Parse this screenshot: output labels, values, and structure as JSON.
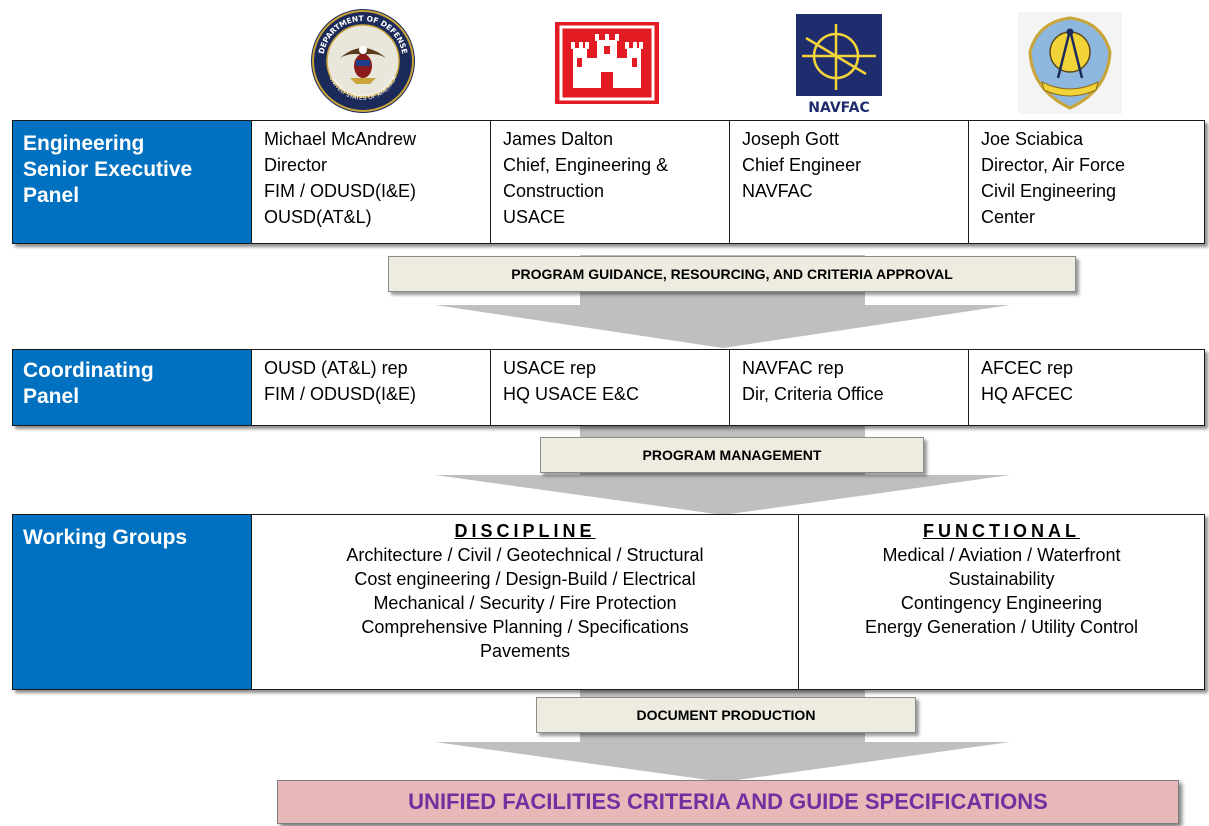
{
  "logos": [
    {
      "name": "dod-seal",
      "text_top": "DEPARTMENT OF DEFENSE",
      "text_bottom": "UNITED STATES OF AMERICA"
    },
    {
      "name": "usace-castle"
    },
    {
      "name": "navfac-logo",
      "text": "NAVFAC"
    },
    {
      "name": "afcesa-seal"
    }
  ],
  "colors": {
    "label_blue": "#0070c0",
    "banner_bg": "#eeece1",
    "final_bg": "#e6b9b8",
    "final_text": "#7030a0",
    "arrow_gray": "#bfbfbf"
  },
  "row1": {
    "label": [
      "Engineering",
      "Senior Executive",
      "Panel"
    ],
    "cells": [
      [
        "Michael McAndrew",
        "Director",
        "FIM / ODUSD(I&E)",
        "OUSD(AT&L)"
      ],
      [
        "James Dalton",
        "Chief, Engineering &",
        "Construction",
        "USACE"
      ],
      [
        "Joseph Gott",
        "Chief Engineer",
        "NAVFAC"
      ],
      [
        "Joe Sciabica",
        "Director,  Air Force",
        "Civil  Engineering",
        "Center"
      ]
    ]
  },
  "banner1": "PROGRAM GUIDANCE, RESOURCING, AND CRITERIA APPROVAL",
  "row2": {
    "label": [
      "Coordinating",
      "Panel"
    ],
    "cells": [
      [
        "OUSD (AT&L) rep",
        "FIM / ODUSD(I&E)"
      ],
      [
        "USACE rep",
        "HQ USACE E&C"
      ],
      [
        "NAVFAC rep",
        "Dir, Criteria Office"
      ],
      [
        "AFCEC rep",
        "HQ AFCEC"
      ]
    ]
  },
  "banner2": "PROGRAM MANAGEMENT",
  "row3": {
    "label": "Working Groups",
    "discipline": {
      "heading": "DISCIPLINE",
      "lines": [
        "Architecture  /  Civil  /  Geotechnical  /  Structural",
        "Cost engineering  /  Design-Build  /  Electrical",
        "Mechanical  /  Security  /  Fire Protection",
        "Comprehensive Planning  /  Specifications",
        "Pavements"
      ]
    },
    "functional": {
      "heading": "FUNCTIONAL",
      "lines": [
        "Medical  /  Aviation  /  Waterfront",
        "Sustainability",
        "Contingency Engineering",
        "Energy Generation  /  Utility Control"
      ]
    }
  },
  "banner3": "DOCUMENT PRODUCTION",
  "final": "UNIFIED FACILITIES CRITERIA  AND GUIDE SPECIFICATIONS"
}
